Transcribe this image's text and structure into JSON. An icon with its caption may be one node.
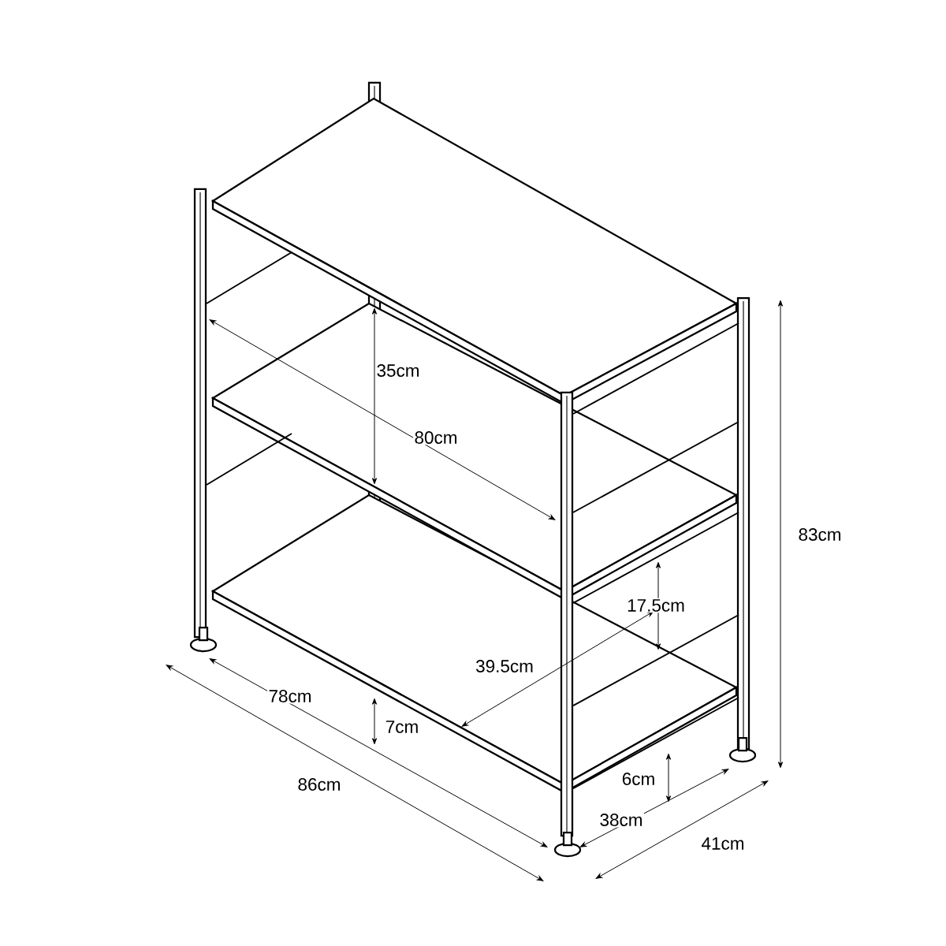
{
  "diagram": {
    "labels": [
      "35cm",
      "80cm",
      "83cm",
      "17.5cm",
      "39.5cm",
      "78cm",
      "7cm",
      "86cm",
      "6cm",
      "38cm",
      "41cm"
    ]
  }
}
